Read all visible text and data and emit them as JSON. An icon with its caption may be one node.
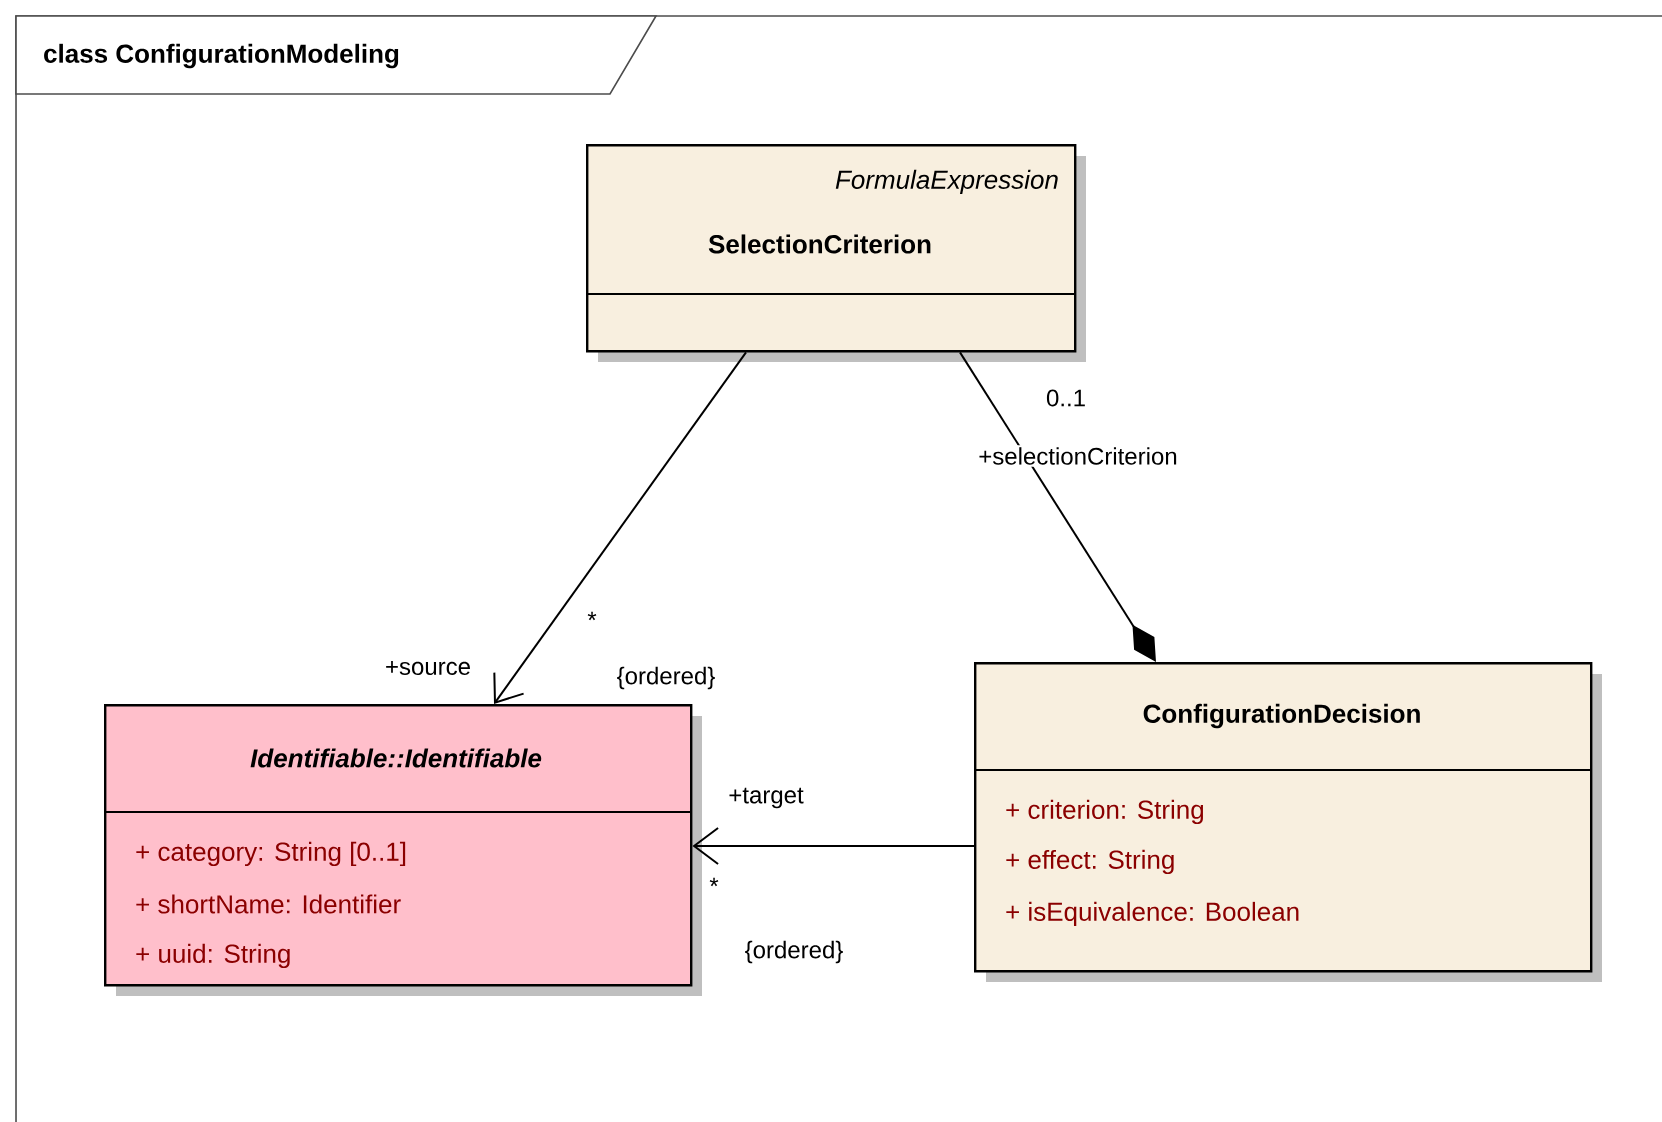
{
  "diagram": {
    "title": "class ConfigurationModeling",
    "nodes": [
      {
        "text": [
          "FormulaExpression",
          "SelectionCriterion"
        ]
      },
      {
        "text": [
          "Identifiable::Identifiable",
          "+ category: String [0..1]",
          "+ shortName: Identifier",
          "+ uuid: String"
        ]
      },
      {
        "text": [
          "ConfigurationDecision",
          "+ criterion: String",
          "+ effect: String",
          "+ isEquivalence: Boolean"
        ]
      }
    ],
    "edges": [
      {
        "from": 0,
        "to": 1,
        "arrow": "to",
        "label": "+source"
      },
      {
        "from": 0,
        "to": 2,
        "arrow": "other",
        "label": "+selectionCriterion"
      },
      {
        "from": 2,
        "to": 1,
        "arrow": "to",
        "label": "+target"
      }
    ],
    "labels": [
      "*",
      "{ordered}",
      "0..1",
      "*",
      "{ordered}"
    ]
  }
}
